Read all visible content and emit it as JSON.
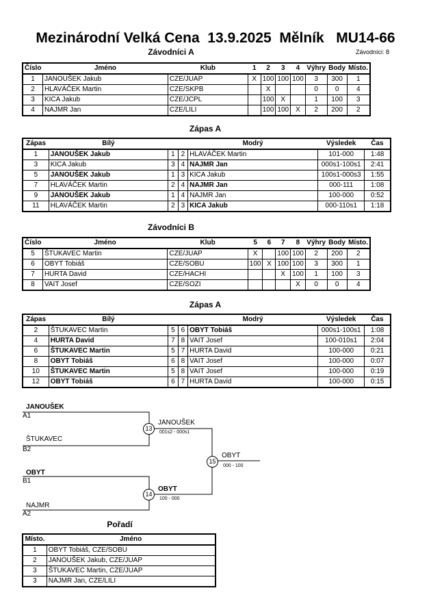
{
  "title": "Mezinárodní Velká Cena  13.9.2025  Mělník   MU14-66",
  "groupA": {
    "heading": "Závodníci A",
    "count": "Závodníci: 8",
    "headers": [
      "Číslo",
      "Jméno",
      "Klub",
      "1",
      "2",
      "3",
      "4",
      "Výhry",
      "Body",
      "Místo."
    ],
    "rows": [
      [
        "1",
        "JANOUŠEK Jakub",
        "CZE/JUAP",
        "X",
        "100",
        "100",
        "100",
        "3",
        "300",
        "1"
      ],
      [
        "2",
        "HLAVÁČEK Martin",
        "CZE/SKPB",
        "",
        "X",
        "",
        "",
        "0",
        "0",
        "4"
      ],
      [
        "3",
        "KICA Jakub",
        "CZE/JCPL",
        "",
        "100",
        "X",
        "",
        "1",
        "100",
        "3"
      ],
      [
        "4",
        "NAJMR Jan",
        "CZE/LILI",
        "",
        "100",
        "100",
        "X",
        "2",
        "200",
        "2"
      ]
    ]
  },
  "matchesA": {
    "heading": "Zápas A",
    "headers": [
      "Zápas",
      "Bílý",
      "",
      "",
      "Modrý",
      "Výsledek",
      "Čas"
    ],
    "rows": [
      {
        "n": "1",
        "white": "JANOUŠEK Jakub",
        "wb": true,
        "a": "1",
        "b": "2",
        "blue": "HLAVÁČEK Martin",
        "bb": false,
        "res": "101-000",
        "time": "1:48"
      },
      {
        "n": "3",
        "white": "KICA Jakub",
        "wb": false,
        "a": "3",
        "b": "4",
        "blue": "NAJMR Jan",
        "bb": true,
        "res": "000s1-100s1",
        "time": "2:41"
      },
      {
        "n": "5",
        "white": "JANOUŠEK Jakub",
        "wb": true,
        "a": "1",
        "b": "3",
        "blue": "KICA Jakub",
        "bb": false,
        "res": "100s1-000s3",
        "time": "1:55"
      },
      {
        "n": "7",
        "white": "HLAVÁČEK Martin",
        "wb": false,
        "a": "2",
        "b": "4",
        "blue": "NAJMR Jan",
        "bb": true,
        "res": "000-111",
        "time": "1:08"
      },
      {
        "n": "9",
        "white": "JANOUŠEK Jakub",
        "wb": true,
        "a": "1",
        "b": "4",
        "blue": "NAJMR Jan",
        "bb": false,
        "res": "100-000",
        "time": "0:52"
      },
      {
        "n": "11",
        "white": "HLAVÁČEK Martin",
        "wb": false,
        "a": "2",
        "b": "3",
        "blue": "KICA Jakub",
        "bb": true,
        "res": "000-110s1",
        "time": "1:18"
      }
    ]
  },
  "groupB": {
    "heading": "Závodníci B",
    "headers": [
      "Číslo",
      "Jméno",
      "Klub",
      "5",
      "6",
      "7",
      "8",
      "Výhry",
      "Body",
      "Místo."
    ],
    "rows": [
      [
        "5",
        "ŠTUKAVEC Martin",
        "CZE/JUAP",
        "X",
        "",
        "100",
        "100",
        "2",
        "200",
        "2"
      ],
      [
        "6",
        "OBYT Tobiáš",
        "CZE/SOBU",
        "100",
        "X",
        "100",
        "100",
        "3",
        "300",
        "1"
      ],
      [
        "7",
        "HURTA David",
        "CZE/HACHI",
        "",
        "",
        "X",
        "100",
        "1",
        "100",
        "3"
      ],
      [
        "8",
        "VAIT Josef",
        "CZE/SOZI",
        "",
        "",
        "",
        "X",
        "0",
        "0",
        "4"
      ]
    ]
  },
  "matchesB": {
    "heading": "Zápas A",
    "headers": [
      "Zápas",
      "Bílý",
      "",
      "",
      "Modrý",
      "Výsledek",
      "Čas"
    ],
    "rows": [
      {
        "n": "2",
        "white": "ŠTUKAVEC Martin",
        "wb": false,
        "a": "5",
        "b": "6",
        "blue": "OBYT Tobiáš",
        "bb": true,
        "res": "000s1-100s1",
        "time": "1:08"
      },
      {
        "n": "4",
        "white": "HURTA David",
        "wb": true,
        "a": "7",
        "b": "8",
        "blue": "VAIT Josef",
        "bb": false,
        "res": "100-010s1",
        "time": "2:04"
      },
      {
        "n": "6",
        "white": "ŠTUKAVEC Martin",
        "wb": true,
        "a": "5",
        "b": "7",
        "blue": "HURTA David",
        "bb": false,
        "res": "100-000",
        "time": "0:21"
      },
      {
        "n": "8",
        "white": "OBYT Tobiáš",
        "wb": true,
        "a": "6",
        "b": "8",
        "blue": "VAIT Josef",
        "bb": false,
        "res": "100-000",
        "time": "0:07"
      },
      {
        "n": "10",
        "white": "ŠTUKAVEC Martin",
        "wb": true,
        "a": "5",
        "b": "8",
        "blue": "VAIT Josef",
        "bb": false,
        "res": "100-000",
        "time": "0:19"
      },
      {
        "n": "12",
        "white": "OBYT Tobiáš",
        "wb": true,
        "a": "6",
        "b": "7",
        "blue": "HURTA David",
        "bb": false,
        "res": "100-000",
        "time": "0:15"
      }
    ]
  },
  "bracket": {
    "p1": "JANOUŠEK",
    "p1seed": "A1",
    "p2": "ŠTUKAVEC",
    "p2seed": "B2",
    "p3": "OBYT",
    "p3seed": "B1",
    "p4": "NAJMR",
    "p4seed": "A2",
    "m13": "13",
    "m13winner": "JANOUŠEK",
    "m13score": "001s2 - 000s1",
    "m14": "14",
    "m14winner": "OBYT",
    "m14score": "100 - 000",
    "m15": "15",
    "m15winner": "OBYT",
    "m15score": "000 - 100"
  },
  "ranking": {
    "heading": "Pořadí",
    "headers": [
      "Místo.",
      "Jméno"
    ],
    "rows": [
      [
        "1",
        "OBYT Tobiáš, CZE/SOBU"
      ],
      [
        "2",
        "JANOUŠEK Jakub, CZE/JUAP"
      ],
      [
        "3",
        "ŠTUKAVEC Martin, CZE/JUAP"
      ],
      [
        "3",
        "NAJMR Jan, CZE/LILI"
      ]
    ]
  }
}
